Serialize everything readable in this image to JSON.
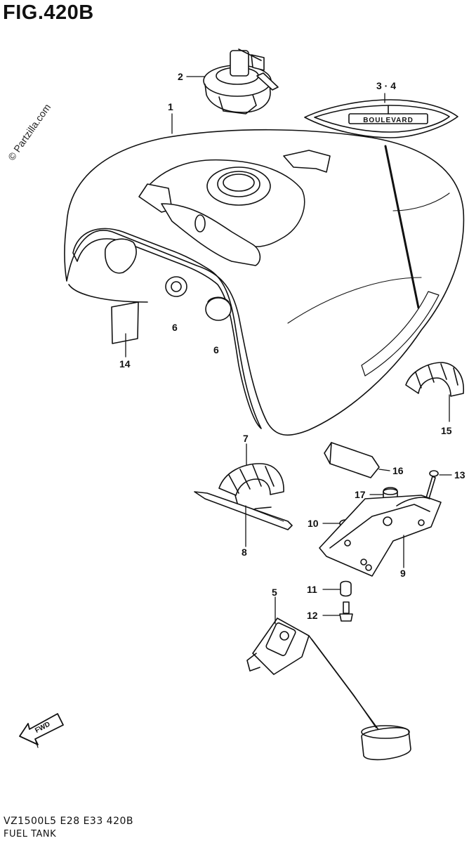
{
  "figure": {
    "title": "FIG.420B",
    "watermark": "© Partzilla.com",
    "code": "VZ1500L5 E28 E33 420B",
    "name": "FUEL TANK"
  },
  "emblem_text": "BOULEVARD",
  "fwd_label": "FWD",
  "callouts": [
    {
      "id": "c1",
      "label": "1"
    },
    {
      "id": "c2",
      "label": "2"
    },
    {
      "id": "c34",
      "label": "3 · 4"
    },
    {
      "id": "c14",
      "label": "14"
    },
    {
      "id": "c6a",
      "label": "6"
    },
    {
      "id": "c6b",
      "label": "6"
    },
    {
      "id": "c15",
      "label": "15"
    },
    {
      "id": "c7",
      "label": "7"
    },
    {
      "id": "c16",
      "label": "16"
    },
    {
      "id": "c13",
      "label": "13"
    },
    {
      "id": "c17",
      "label": "17"
    },
    {
      "id": "c10",
      "label": "10"
    },
    {
      "id": "c8",
      "label": "8"
    },
    {
      "id": "c9",
      "label": "9"
    },
    {
      "id": "c11",
      "label": "11"
    },
    {
      "id": "c5",
      "label": "5"
    },
    {
      "id": "c12",
      "label": "12"
    }
  ]
}
